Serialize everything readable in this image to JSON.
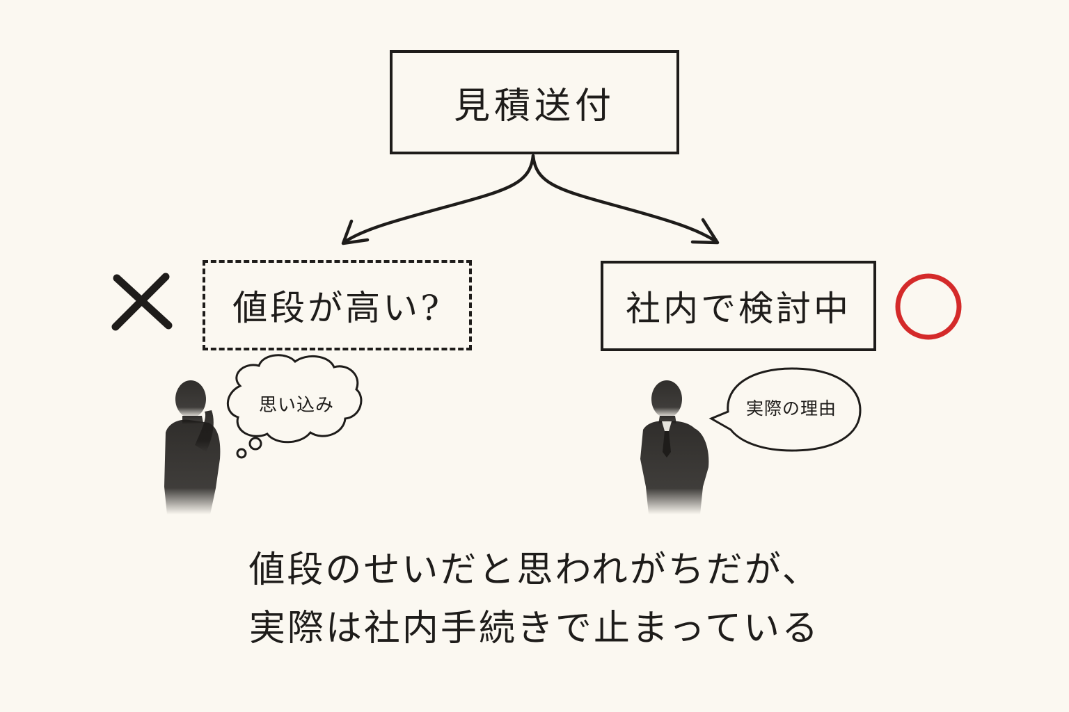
{
  "top_box": {
    "label": "見積送付"
  },
  "left_option": {
    "mark": "wrong",
    "label": "値段が高い?",
    "bubble": "思い込み"
  },
  "right_option": {
    "mark": "correct",
    "label": "社内で検討中",
    "bubble": "実際の理由"
  },
  "caption": {
    "line1": "値段のせいだと思われがちだが、",
    "line2": "実際は社内手続きで止まっている"
  },
  "colors": {
    "ink": "#1e1c1a",
    "circle_mark": "#d42a2a",
    "background": "#fbf8f1"
  }
}
